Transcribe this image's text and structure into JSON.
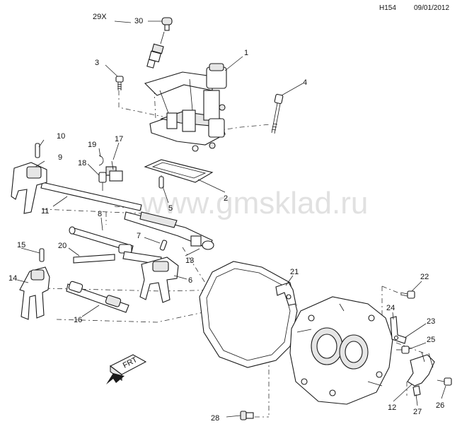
{
  "header": {
    "code": "H154",
    "date": "09/01/2012"
  },
  "watermark": "www.gmsklad.ru",
  "callouts": [
    "29X",
    "30",
    "1",
    "3",
    "4",
    "10",
    "9",
    "19",
    "17",
    "18",
    "2",
    "5",
    "11",
    "8",
    "7",
    "15",
    "20",
    "13",
    "14",
    "6",
    "21",
    "22",
    "24",
    "23",
    "25",
    "16",
    "12",
    "27",
    "26",
    "28"
  ],
  "badge": "FRT",
  "colors": {
    "line": "#1a1a1a",
    "watermark": "#c8c8c8",
    "fill": "#ffffff"
  }
}
